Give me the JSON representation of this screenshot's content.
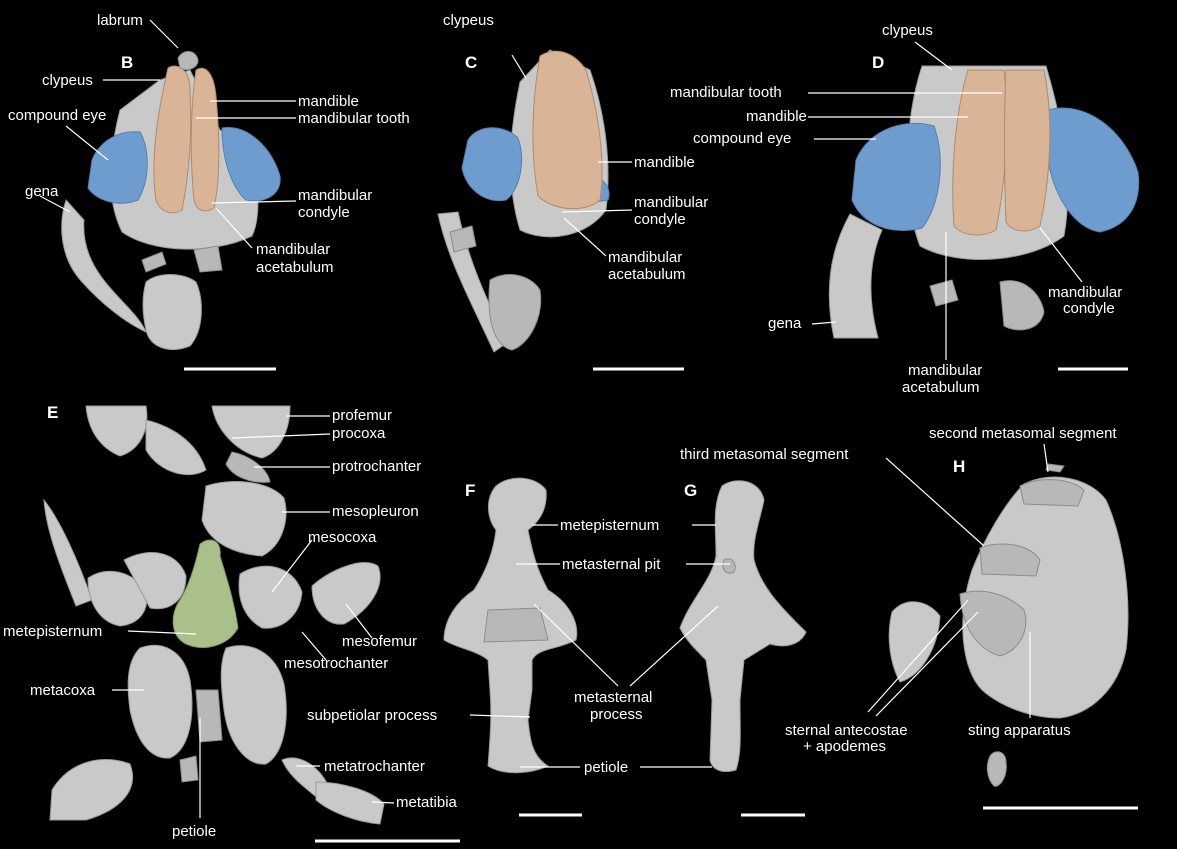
{
  "panels": {
    "B": "B",
    "C": "C",
    "D": "D",
    "E": "E",
    "F": "F",
    "G": "G",
    "H": "H"
  },
  "labels": {
    "B": {
      "labrum": "labrum",
      "clypeus": "clypeus",
      "compound_eye": "compound eye",
      "gena": "gena",
      "mandible": "mandible",
      "mandibular_tooth": "mandibular tooth",
      "mandibular_condyle_1": "mandibular",
      "mandibular_condyle_2": "condyle",
      "mandibular_acetabulum_1": "mandibular",
      "mandibular_acetabulum_2": "acetabulum"
    },
    "C": {
      "clypeus": "clypeus",
      "mandible": "mandible",
      "mandibular_condyle_1": "mandibular",
      "mandibular_condyle_2": "condyle",
      "mandibular_acetabulum_1": "mandibular",
      "mandibular_acetabulum_2": "acetabulum"
    },
    "D": {
      "clypeus": "clypeus",
      "mandibular_tooth": "mandibular tooth",
      "mandible": "mandible",
      "compound_eye": "compound eye",
      "mandibular_condyle_1": "mandibular",
      "mandibular_condyle_2": "condyle",
      "gena": "gena",
      "mandibular_acetabulum_1": "mandibular",
      "mandibular_acetabulum_2": "acetabulum"
    },
    "E": {
      "profemur": "profemur",
      "procoxa": "procoxa",
      "protrochanter": "protrochanter",
      "mesopleuron": "mesopleuron",
      "mesocoxa": "mesocoxa",
      "metepisternum": "metepisternum",
      "mesofemur": "mesofemur",
      "mesotrochanter": "mesotrochanter",
      "metacoxa": "metacoxa",
      "metatrochanter": "metatrochanter",
      "metatibia": "metatibia",
      "petiole": "petiole"
    },
    "FG": {
      "metepisternum": "metepisternum",
      "metasternal_pit": "metasternal pit",
      "metasternal_process_1": "metasternal",
      "metasternal_process_2": "process",
      "subpetiolar_process": "subpetiolar process",
      "petiole": "petiole"
    },
    "H": {
      "third_metasomal_segment": "third metasomal segment",
      "second_metasomal_segment": "second metasomal segment",
      "sternal_antecostae_1": "sternal antecostae",
      "sternal_antecostae_2": "+ apodemes",
      "sting_apparatus": "sting apparatus"
    }
  },
  "colors": {
    "background": "#000000",
    "text": "#ffffff",
    "cuticle": "#c9c9c9",
    "compound_eye": "#6f9ccf",
    "mandible": "#d9b496",
    "metepisternum_highlight": "#a9c08a"
  }
}
